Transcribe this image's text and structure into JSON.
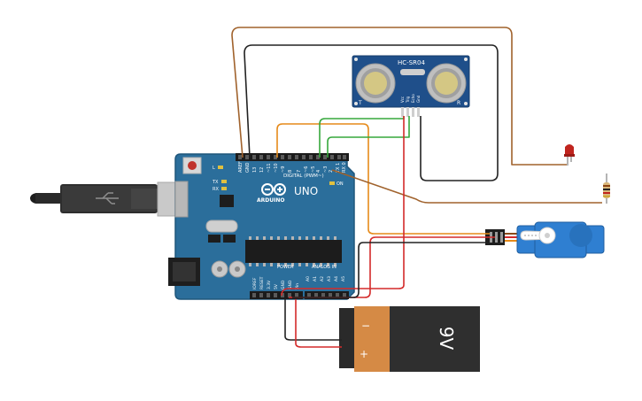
{
  "arduino": {
    "brand_text": "ARDUINO",
    "model_text": "UNO",
    "digital_header": "DIGITAL (PWM~)",
    "power_header": "POWER",
    "analog_header": "ANALOG IN",
    "on_label": "ON",
    "tx_label": "TX",
    "rx_label": "RX",
    "l_label": "L",
    "digital_pins": [
      "AREF",
      "GND",
      "13",
      "12",
      "~11",
      "~10",
      "~9",
      "8",
      "7",
      "~6",
      "~5",
      "4",
      "~3",
      "2",
      "TX 1",
      "RX 0"
    ],
    "power_pins": [
      "IOREF",
      "RESET",
      "3.3V",
      "5V",
      "GND",
      "GND",
      "Vin"
    ],
    "analog_pins": [
      "A0",
      "A1",
      "A2",
      "A3",
      "A4",
      "A5"
    ]
  },
  "sensor": {
    "model_text": "HC-SR04",
    "t_label": "T",
    "r_label": "R",
    "pins": [
      "Vcc",
      "Trig",
      "Echo",
      "Gnd"
    ]
  },
  "battery": {
    "voltage_text": "9V",
    "minus_text": "−",
    "plus_text": "+"
  },
  "colors": {
    "board": "#2b6e9b",
    "sensor_board": "#1f4f8a",
    "wire_brown": "#a0622c",
    "wire_black": "#222222",
    "wire_orange": "#e6891a",
    "wire_green": "#36a83c",
    "wire_red": "#d42a2a",
    "battery_body": "#d58a45",
    "led": "#c0241e"
  }
}
